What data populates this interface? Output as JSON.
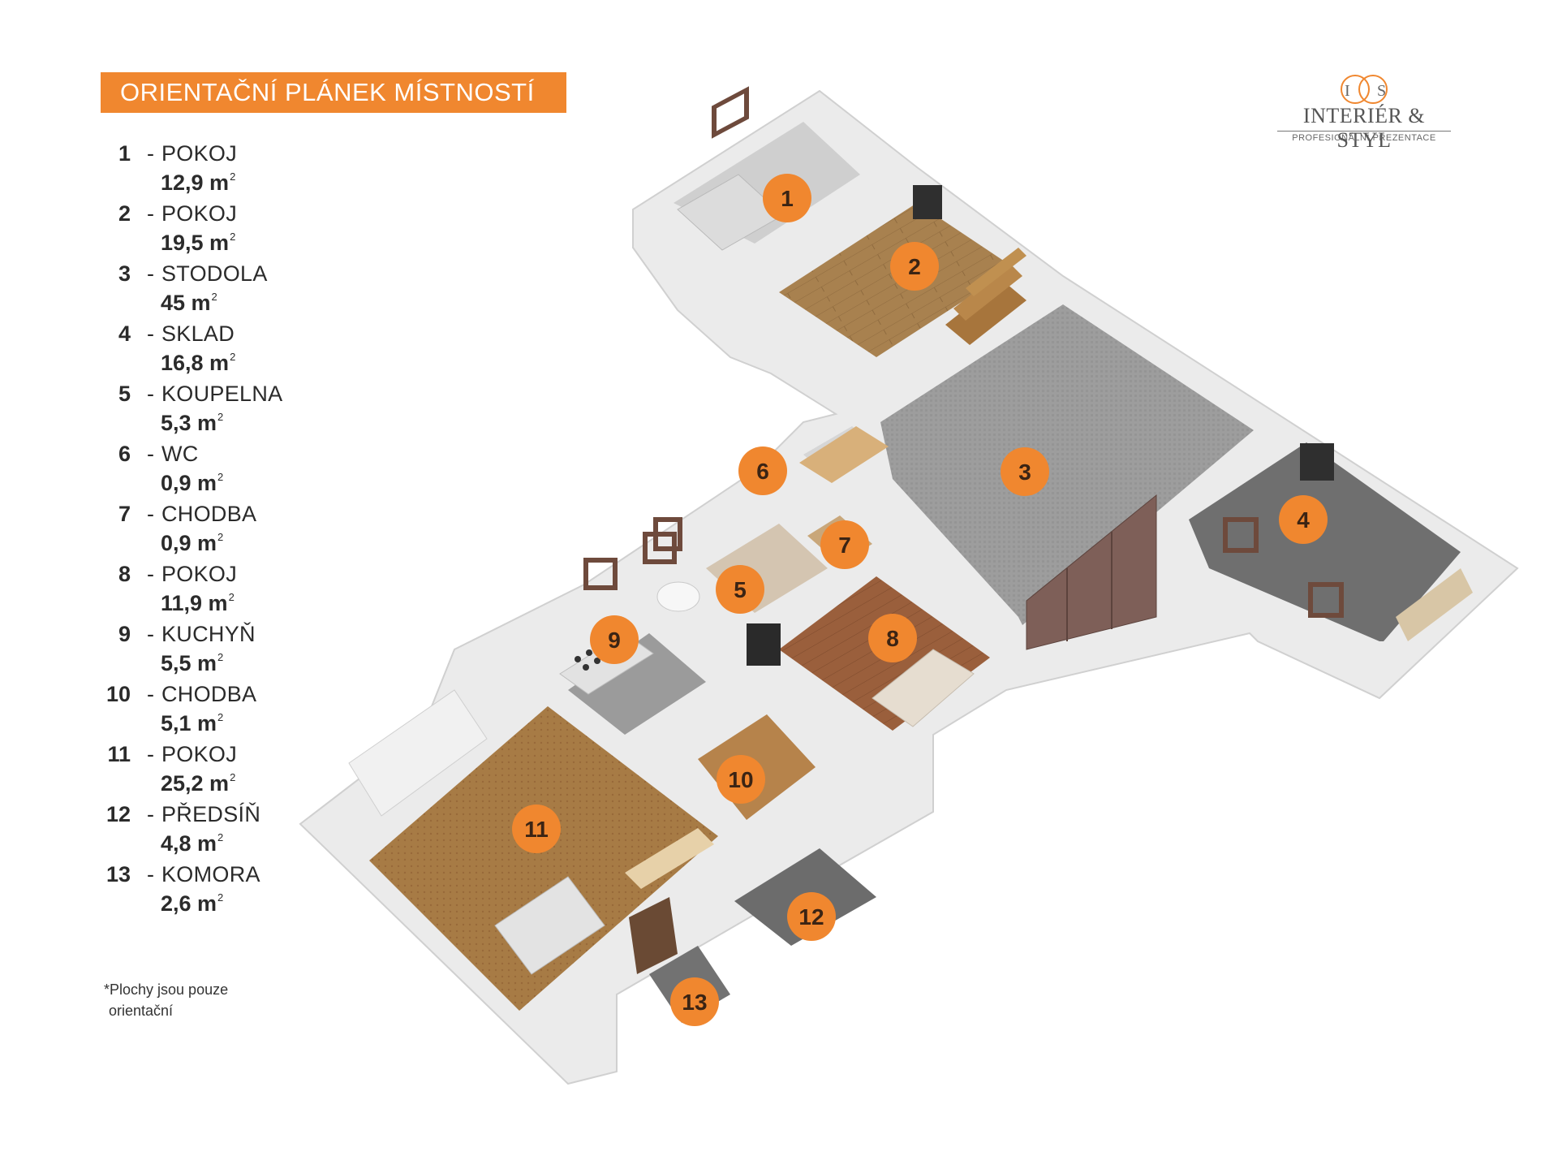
{
  "title": "ORIENTAČNÍ PLÁNEK MÍSTNOSTÍ",
  "logo": {
    "monogram_left": "I",
    "monogram_right": "S",
    "name": "INTERIÉR & STYL",
    "tagline": "PROFESIONÁLNÍ PREZENTACE"
  },
  "rooms": [
    {
      "number": "1",
      "name": "POKOJ",
      "area": "12,9 m",
      "unit_sup": "2"
    },
    {
      "number": "2",
      "name": "POKOJ",
      "area": "19,5 m",
      "unit_sup": "2"
    },
    {
      "number": "3",
      "name": "STODOLA",
      "area": "45 m",
      "unit_sup": "2"
    },
    {
      "number": "4",
      "name": "SKLAD",
      "area": "16,8 m",
      "unit_sup": "2"
    },
    {
      "number": "5",
      "name": "KOUPELNA",
      "area": "5,3 m",
      "unit_sup": "2"
    },
    {
      "number": "6",
      "name": "WC",
      "area": "0,9 m",
      "unit_sup": "2"
    },
    {
      "number": "7",
      "name": "CHODBA",
      "area": "0,9 m",
      "unit_sup": "2"
    },
    {
      "number": "8",
      "name": "POKOJ",
      "area": "11,9 m",
      "unit_sup": "2"
    },
    {
      "number": "9",
      "name": "KUCHYŇ",
      "area": "5,5 m",
      "unit_sup": "2"
    },
    {
      "number": "10",
      "name": "CHODBA",
      "area": "5,1 m",
      "unit_sup": "2"
    },
    {
      "number": "11",
      "name": "POKOJ",
      "area": "25,2 m",
      "unit_sup": "2"
    },
    {
      "number": "12",
      "name": "PŘEDSÍŇ",
      "area": "4,8 m",
      "unit_sup": "2"
    },
    {
      "number": "13",
      "name": "KOMORA",
      "area": "2,6 m",
      "unit_sup": "2"
    }
  ],
  "footnote_line1": "*Plochy jsou pouze",
  "footnote_line2": "orientační",
  "colors": {
    "accent": "#f0872f",
    "wall": "#f3f3f3",
    "wood_floor": "#a77a4e",
    "carpet_floor": "#9b9b9b",
    "tile_floor": "#6f6f6f",
    "window_frame": "#6e4a3c"
  }
}
